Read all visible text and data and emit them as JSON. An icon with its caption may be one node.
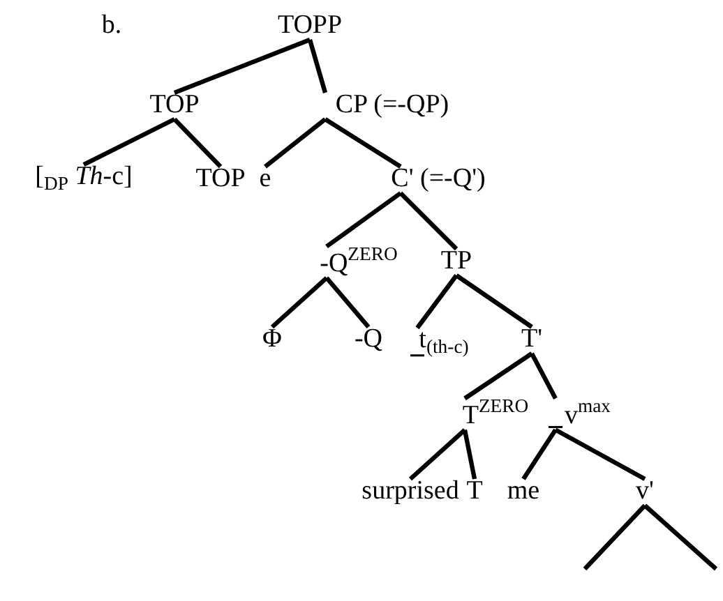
{
  "diagram": {
    "nodes": [
      {
        "text": [
          "TOPP"
        ]
      },
      {
        "text": [
          "TOP"
        ]
      },
      {
        "text": [
          "CP (=-QP)"
        ]
      },
      {
        "text": [
          "[$_{DP}$ *Th*-c]"
        ]
      },
      {
        "text": [
          "TOP"
        ]
      },
      {
        "text": [
          "e"
        ]
      },
      {
        "text": [
          "C' (=-Q')"
        ]
      },
      {
        "text": [
          "-Q$^{ZERO}$"
        ]
      },
      {
        "text": [
          "TP"
        ]
      },
      {
        "text": [
          "Φ"
        ]
      },
      {
        "text": [
          "-Q"
        ]
      },
      {
        "text": [
          "t$_{(th-c)}$"
        ]
      },
      {
        "text": [
          "T'"
        ]
      },
      {
        "text": [
          "T$^{ZERO}$"
        ]
      },
      {
        "text": [
          "v$^{max}$"
        ]
      },
      {
        "text": [
          "surprised"
        ]
      },
      {
        "text": [
          "T"
        ]
      },
      {
        "text": [
          "me"
        ]
      },
      {
        "text": [
          "v'"
        ]
      }
    ],
    "edges": [
      {
        "from": 0,
        "to": 1,
        "arrow": "none"
      },
      {
        "from": 0,
        "to": 2,
        "arrow": "none"
      },
      {
        "from": 1,
        "to": 3,
        "arrow": "none"
      },
      {
        "from": 1,
        "to": 4,
        "arrow": "none"
      },
      {
        "from": 2,
        "to": 5,
        "arrow": "none"
      },
      {
        "from": 2,
        "to": 6,
        "arrow": "none"
      },
      {
        "from": 6,
        "to": 7,
        "arrow": "none"
      },
      {
        "from": 6,
        "to": 8,
        "arrow": "none"
      },
      {
        "from": 7,
        "to": 9,
        "arrow": "none"
      },
      {
        "from": 7,
        "to": 10,
        "arrow": "none"
      },
      {
        "from": 8,
        "to": 11,
        "arrow": "none"
      },
      {
        "from": 8,
        "to": 12,
        "arrow": "none"
      },
      {
        "from": 12,
        "to": 13,
        "arrow": "none"
      },
      {
        "from": 12,
        "to": 14,
        "arrow": "none"
      },
      {
        "from": 13,
        "to": 15,
        "arrow": "none"
      },
      {
        "from": 13,
        "to": 16,
        "arrow": "none"
      },
      {
        "from": 14,
        "to": 17,
        "arrow": "none"
      },
      {
        "from": 14,
        "to": 18,
        "arrow": "none"
      },
      {
        "from": 18,
        "to": null,
        "arrow": "none"
      },
      {
        "from": 18,
        "to": null,
        "arrow": "none"
      }
    ],
    "labels": [
      "b."
    ]
  }
}
